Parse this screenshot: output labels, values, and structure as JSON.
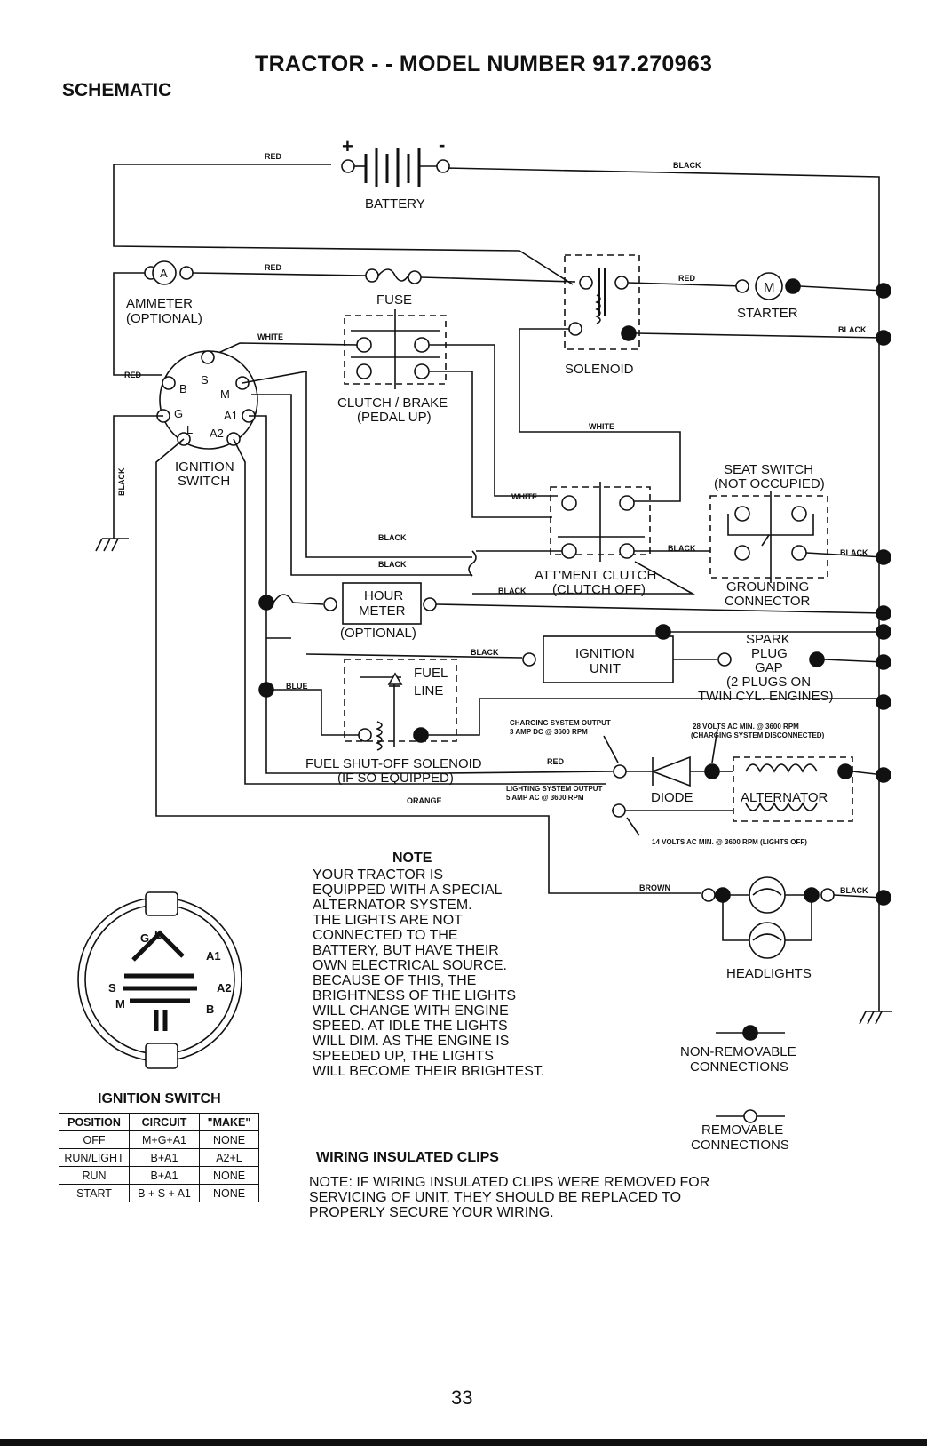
{
  "header": {
    "title": "TRACTOR - - MODEL NUMBER 917.270963",
    "section": "SCHEMATIC"
  },
  "components": {
    "battery": "BATTERY",
    "battery_plus": "+",
    "battery_minus": "-",
    "ammeter_symbol": "A",
    "ammeter": "AMMETER",
    "ammeter_note": "(OPTIONAL)",
    "fuse": "FUSE",
    "solenoid": "SOLENOID",
    "starter_symbol": "M",
    "starter": "STARTER",
    "clutch_brake": "CLUTCH / BRAKE",
    "clutch_brake_note": "(PEDAL UP)",
    "ignition_switch_l1": "IGNITION",
    "ignition_switch_l2": "SWITCH",
    "seat_switch": "SEAT SWITCH",
    "seat_switch_note": "(NOT OCCUPIED)",
    "attment_clutch": "ATT'MENT CLUTCH",
    "attment_clutch_note": "(CLUTCH OFF)",
    "grounding_l1": "GROUNDING",
    "grounding_l2": "CONNECTOR",
    "hour_meter_l1": "HOUR",
    "hour_meter_l2": "METER",
    "hour_meter_note": "(OPTIONAL)",
    "ignition_unit_l1": "IGNITION",
    "ignition_unit_l2": "UNIT",
    "spark_l1": "SPARK",
    "spark_l2": "PLUG",
    "spark_l3": "GAP",
    "spark_l4": "(2 PLUGS ON",
    "spark_l5": "TWIN CYL. ENGINES)",
    "fuel_l1": "FUEL",
    "fuel_l2": "LINE",
    "fuel_solenoid": "FUEL SHUT-OFF SOLENOID",
    "fuel_solenoid_note": "(IF SO EQUIPPED)",
    "diode": "DIODE",
    "alternator": "ALTERNATOR",
    "headlights": "HEADLIGHTS",
    "charging_l1": "CHARGING SYSTEM OUTPUT",
    "charging_l2": "3 AMP DC @ 3600 RPM",
    "volts28_l1": "28 VOLTS AC MIN. @ 3600 RPM",
    "volts28_l2": "(CHARGING SYSTEM DISCONNECTED)",
    "lighting_l1": "LIGHTING SYSTEM OUTPUT",
    "lighting_l2": "5 AMP AC @ 3600 RPM",
    "volts14": "14 VOLTS AC MIN. @ 3600 RPM (LIGHTS OFF)",
    "nonremovable_l1": "NON-REMOVABLE",
    "nonremovable_l2": "CONNECTIONS",
    "removable_l1": "REMOVABLE",
    "removable_l2": "CONNECTIONS",
    "term_b": "B",
    "term_s": "S",
    "term_m": "M",
    "term_g": "G",
    "term_a1": "A1",
    "term_l": "L",
    "term_a2": "A2"
  },
  "wires": {
    "red": "RED",
    "black": "BLACK",
    "white": "WHITE",
    "blue": "BLUE",
    "orange": "ORANGE",
    "brown": "BROWN"
  },
  "note": {
    "heading": "NOTE",
    "lines": [
      "YOUR TRACTOR IS",
      "EQUIPPED WITH A SPECIAL",
      "ALTERNATOR SYSTEM.",
      "THE LIGHTS ARE NOT",
      "CONNECTED TO THE",
      "BATTERY, BUT HAVE THEIR",
      "OWN ELECTRICAL SOURCE.",
      "BECAUSE OF THIS, THE",
      "BRIGHTNESS OF THE LIGHTS",
      "WILL CHANGE WITH ENGINE",
      "SPEED.  AT IDLE THE LIGHTS",
      "WILL DIM.  AS THE ENGINE IS",
      "SPEEDED UP, THE LIGHTS",
      "WILL BECOME THEIR BRIGHTEST."
    ]
  },
  "switch_face": {
    "title": "IGNITION SWITCH",
    "labels": [
      "G",
      "L",
      "A1",
      "S",
      "A2",
      "M",
      "B"
    ]
  },
  "switch_table": {
    "headers": [
      "POSITION",
      "CIRCUIT",
      "\"MAKE\""
    ],
    "rows": [
      [
        "OFF",
        "M+G+A1",
        "NONE"
      ],
      [
        "RUN/LIGHT",
        "B+A1",
        "A2+L"
      ],
      [
        "RUN",
        "B+A1",
        "NONE"
      ],
      [
        "START",
        "B + S + A1",
        "NONE"
      ]
    ]
  },
  "clips": {
    "heading": "WIRING INSULATED CLIPS",
    "line1": "NOTE: IF WIRING INSULATED CLIPS WERE REMOVED FOR",
    "line2": "SERVICING OF UNIT, THEY SHOULD BE REPLACED TO",
    "line3": "PROPERLY SECURE YOUR WIRING."
  },
  "page_number": "33"
}
